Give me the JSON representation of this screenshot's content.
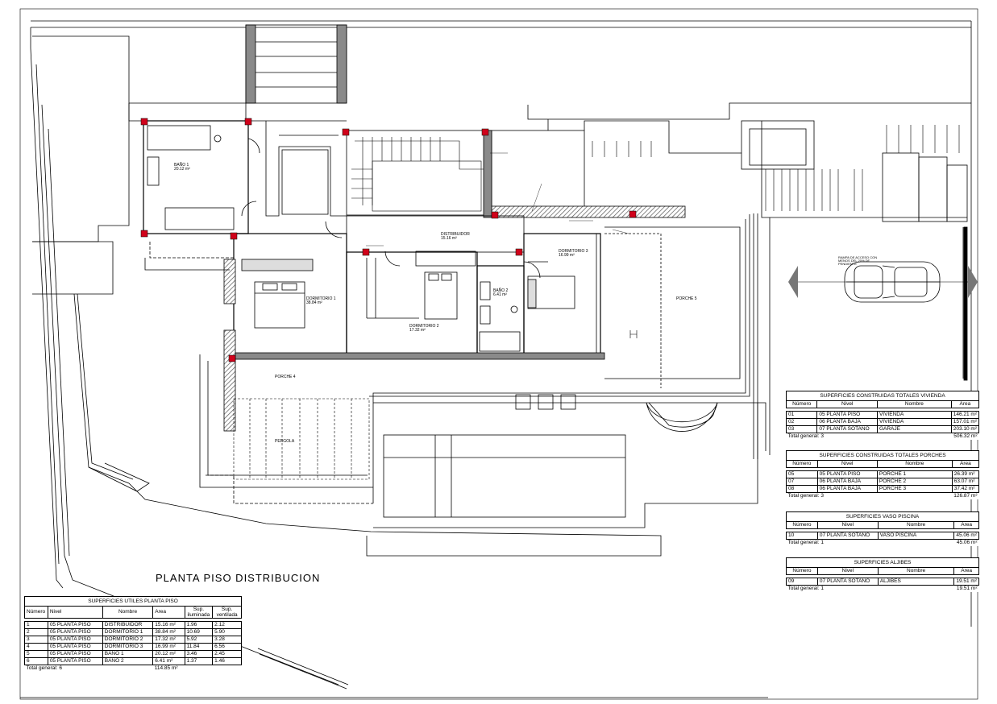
{
  "drawing_title": "PLANTA PISO DISTRIBUCION",
  "rooms": {
    "bano1": {
      "name": "BAÑO 1",
      "area": "20.12 m²"
    },
    "dormitorio1": {
      "name": "DORMITORIO 1",
      "area": "38.84 m²"
    },
    "distribuidor": {
      "name": "DISTRIBUIDOR",
      "area": "15.16 m²"
    },
    "dormitorio2": {
      "name": "DORMITORIO 2",
      "area": "17.32 m²"
    },
    "bano2": {
      "name": "BAÑO 2",
      "area": "6.41 m²"
    },
    "dormitorio3": {
      "name": "DORMITORIO 3",
      "area": "16.99 m²"
    },
    "porche4": "PORCHE 4",
    "porche5": "PORCHE 5",
    "pergola": "PERGOLA",
    "rampa": "RAMPA DE ACCESO CON MENOS DEL 20% DE PENDIENTE"
  },
  "tables": {
    "utiles": {
      "caption": "SUPERFICIES UTILES PLANTA PISO",
      "headers": [
        "Número",
        "Nivel",
        "Nombre",
        "Area",
        "Sup. iluminada",
        "Sup. ventilada"
      ],
      "rows": [
        [
          "1",
          "05 PLANTA PISO",
          "DISTRIBUIDOR",
          "15.16 m²",
          "1.96",
          "2.12"
        ],
        [
          "2",
          "05 PLANTA PISO",
          "DORMITORIO 1",
          "38.84 m²",
          "10.69",
          "5.90"
        ],
        [
          "3",
          "05 PLANTA PISO",
          "DORMITORIO 2",
          "17.32 m²",
          "5.92",
          "3.28"
        ],
        [
          "4",
          "05 PLANTA PISO",
          "DORMITORIO 3",
          "16.99 m²",
          "11.84",
          "6.56"
        ],
        [
          "5",
          "05 PLANTA PISO",
          "BAÑO 1",
          "20.12 m²",
          "3.46",
          "2.45"
        ],
        [
          "6",
          "05 PLANTA PISO",
          "BAÑO 2",
          "6.41 m²",
          "1.37",
          "1.46"
        ]
      ],
      "total_label": "Total general: 6",
      "total_value": "114.85 m²"
    },
    "vivienda": {
      "caption": "SUPERFICIES CONSTRUIDAS TOTALES VIVIENDA",
      "headers": [
        "Número",
        "Nivel",
        "Nombre",
        "Area"
      ],
      "rows": [
        [
          "01",
          "05 PLANTA PISO",
          "VIVIENDA",
          "146.21 m²"
        ],
        [
          "02",
          "06 PLANTA BAJA",
          "VIVIENDA",
          "157.01 m²"
        ],
        [
          "03",
          "07 PLANTA SOTANO",
          "GARAJE",
          "203.10 m²"
        ]
      ],
      "total_label": "Total general: 3",
      "total_value": "506.32 m²"
    },
    "porches": {
      "caption": "SUPERFICIES CONSTRUIDAS TOTALES PORCHES",
      "headers": [
        "Número",
        "Nivel",
        "Nombre",
        "Area"
      ],
      "rows": [
        [
          "05",
          "05 PLANTA PISO",
          "PORCHE 1",
          "26.39 m²"
        ],
        [
          "07",
          "06 PLANTA BAJA",
          "PORCHE 2",
          "63.07 m²"
        ],
        [
          "08",
          "06 PLANTA BAJA",
          "PORCHE 3",
          "37.42 m²"
        ]
      ],
      "total_label": "Total general: 3",
      "total_value": "126.87 m²"
    },
    "piscina": {
      "caption": "SUPERFICIES VASO PISCINA",
      "headers": [
        "Número",
        "Nivel",
        "Nombre",
        "Area"
      ],
      "rows": [
        [
          "10",
          "07 PLANTA SOTANO",
          "VASO PISCINA",
          "45.06 m²"
        ]
      ],
      "total_label": "Total general: 1",
      "total_value": "45.06 m²"
    },
    "aljibes": {
      "caption": "SUPERFICIES ALJIBES",
      "headers": [
        "Número",
        "Nivel",
        "Nombre",
        "Area"
      ],
      "rows": [
        [
          "09",
          "07 PLANTA SOTANO",
          "ALJIBES",
          "19.51 m²"
        ]
      ],
      "total_label": "Total general: 1",
      "total_value": "19.51 m²"
    }
  },
  "colors": {
    "line": "#000000",
    "wall_fill": "#8a8a8a",
    "column": "#d0021b"
  }
}
